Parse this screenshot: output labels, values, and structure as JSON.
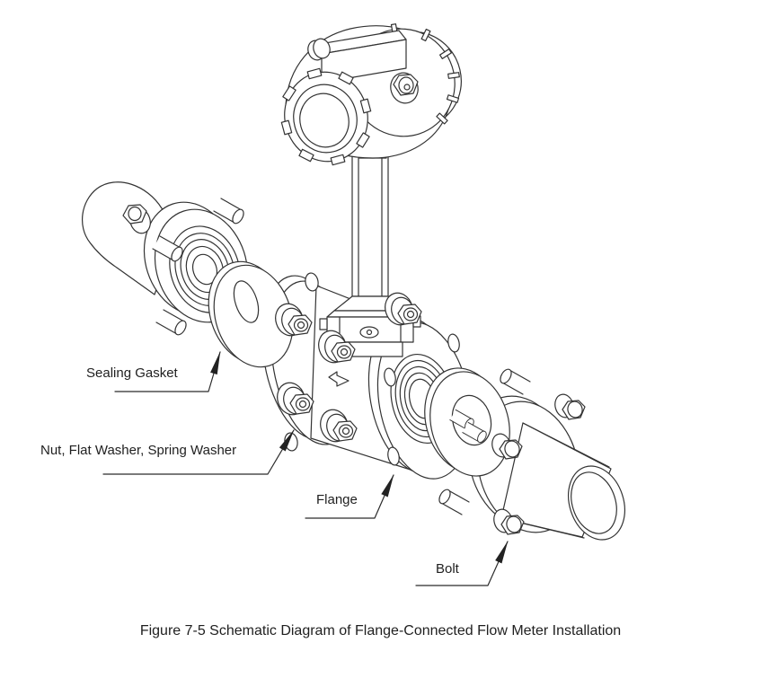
{
  "figure": {
    "caption": "Figure 7-5 Schematic Diagram of Flange-Connected Flow Meter Installation",
    "callouts": {
      "sealing_gasket": "Sealing Gasket",
      "nut_washer": "Nut, Flat Washer, Spring Washer",
      "flange": "Flange",
      "bolt": "Bolt"
    },
    "colors": {
      "line": "#333333",
      "text": "#1f1f1f",
      "background": "#ffffff"
    }
  }
}
